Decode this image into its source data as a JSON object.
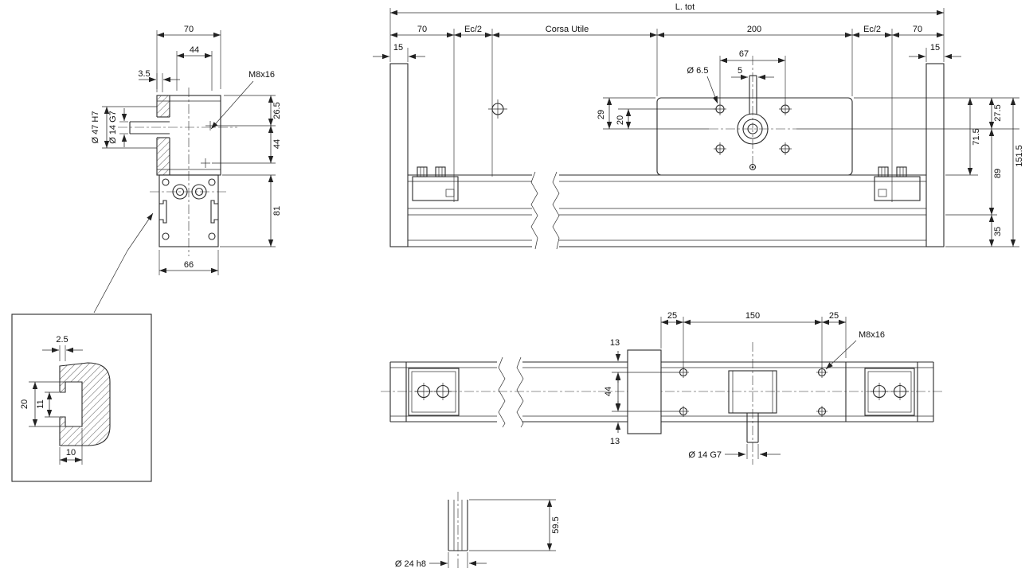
{
  "end_view": {
    "dim_width_top": "70",
    "dim_width_inner": "44",
    "dim_offset": "3.5",
    "label_screw": "M8x16",
    "dim_bore_large": "Ø 47 H7",
    "dim_bore_small": "Ø 14 G7",
    "dim_h_26_5": "26.5",
    "dim_h_44": "44",
    "dim_h_81": "81",
    "dim_width_bottom": "66"
  },
  "side_view": {
    "dim_total": "L. tot",
    "dim_end_left": "70",
    "dim_ec_left": "Ec/2",
    "dim_stroke": "Corsa Utile",
    "dim_carriage": "200",
    "dim_ec_right": "Ec/2",
    "dim_end_right": "70",
    "dim_plate_left": "15",
    "dim_plate_right": "15",
    "dim_hole_span": "67",
    "dim_shaft_offset": "5",
    "dim_hole_dia": "Ø 6.5",
    "dim_29": "29",
    "dim_20": "20",
    "dim_71_5": "71.5",
    "dim_27_5": "27.5",
    "dim_89": "89",
    "dim_151_5": "151.5",
    "dim_35": "35"
  },
  "slot_detail": {
    "dim_lip": "2.5",
    "dim_cavity_h": "20",
    "dim_mouth_h": "11",
    "dim_depth": "10"
  },
  "plan_view": {
    "dim_25_left": "25",
    "dim_150": "150",
    "dim_25_right": "25",
    "dim_13_top": "13",
    "dim_44": "44",
    "dim_13_bottom": "13",
    "label_screw": "M8x16",
    "dim_bore": "Ø 14 G7"
  },
  "shaft_detail": {
    "dim_length": "59.5",
    "dim_dia": "Ø 24 h8"
  }
}
